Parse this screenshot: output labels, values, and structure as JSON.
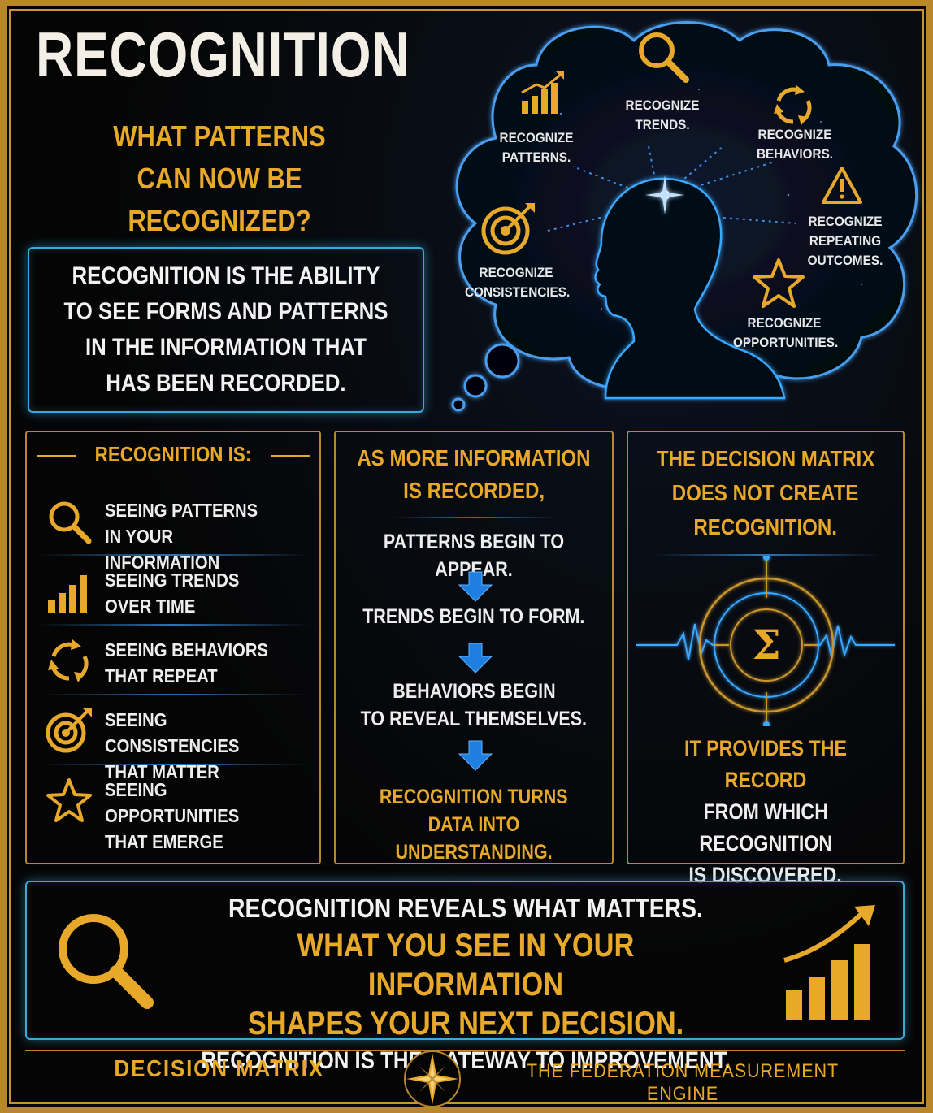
{
  "title": "RECOGNITION",
  "subtitle": [
    "WHAT PATTERNS",
    "CAN NOW BE",
    "RECOGNIZED?"
  ],
  "definition": [
    "RECOGNITION IS THE ABILITY",
    "TO SEE FORMS AND PATTERNS",
    "IN THE INFORMATION THAT",
    "HAS BEEN RECORDED."
  ],
  "cloud": {
    "patterns": [
      "RECOGNIZE",
      "PATTERNS."
    ],
    "trends": [
      "RECOGNIZE",
      "TRENDS."
    ],
    "behaviors": [
      "RECOGNIZE",
      "BEHAVIORS."
    ],
    "repeating": [
      "RECOGNIZE",
      "REPEATING",
      "OUTCOMES."
    ],
    "opportunities": [
      "RECOGNIZE",
      "OPPORTUNITIES."
    ],
    "consistencies": [
      "RECOGNIZE",
      "CONSISTENCIES."
    ]
  },
  "panel1": {
    "heading": "RECOGNITION IS:",
    "items": [
      {
        "line1": "SEEING PATTERNS",
        "line2": "IN YOUR INFORMATION",
        "icon": "magnifier-icon"
      },
      {
        "line1": "SEEING TRENDS",
        "line2": "OVER TIME",
        "icon": "bar-chart-icon"
      },
      {
        "line1": "SEEING BEHAVIORS",
        "line2": "THAT REPEAT",
        "icon": "cycle-arrows-icon"
      },
      {
        "line1": "SEEING CONSISTENCIES",
        "line2": "THAT MATTER",
        "icon": "target-icon"
      },
      {
        "line1": "SEEING OPPORTUNITIES",
        "line2": "THAT EMERGE",
        "icon": "star-icon"
      }
    ]
  },
  "panel2": {
    "heading": [
      "AS MORE INFORMATION",
      "IS RECORDED,"
    ],
    "step1": "PATTERNS BEGIN TO APPEAR.",
    "step2": "TRENDS BEGIN TO FORM.",
    "step3": [
      "BEHAVIORS BEGIN",
      "TO REVEAL THEMSELVES."
    ],
    "footer": [
      "RECOGNITION TURNS",
      "DATA INTO UNDERSTANDING."
    ]
  },
  "panel3": {
    "heading": [
      "THE DECISION MATRIX",
      "DOES NOT CREATE",
      "RECOGNITION."
    ],
    "symbol": "Σ",
    "footer_gold": "IT PROVIDES THE RECORD",
    "footer_white": [
      "FROM WHICH",
      "RECOGNITION",
      "IS DISCOVERED."
    ]
  },
  "bottom": {
    "line1": "RECOGNITION REVEALS WHAT MATTERS.",
    "line2": "WHAT YOU SEE IN YOUR INFORMATION",
    "line3": "SHAPES YOUR NEXT DECISION.",
    "line4": "RECOGNITION IS THE GATEWAY TO IMPROVEMENT."
  },
  "footer": {
    "left": "DECISION MATRIX",
    "right": "THE FEDERATION MEASUREMENT ENGINE"
  },
  "colors": {
    "gold": "#e8a92a",
    "blue": "#3aa8d8",
    "background": "#050505"
  }
}
